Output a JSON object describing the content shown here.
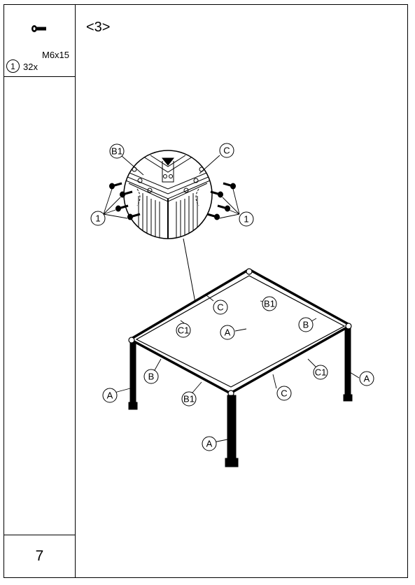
{
  "parts": {
    "icon": "screw-icon",
    "callout": "1",
    "quantity": "32x",
    "size": "M6x15"
  },
  "step": {
    "label": "<3>"
  },
  "page": {
    "number": "7"
  },
  "callouts": {
    "b1_top": "B1",
    "c_top": "C",
    "one_left": "1",
    "one_right": "1",
    "c_back_left": "C",
    "b1_back_right": "B1",
    "c1_back_left": "C1",
    "b_back_right": "B",
    "a_center": "A",
    "a_right": "A",
    "c1_front_right": "C1",
    "b_front_left": "B",
    "c_front_right": "C",
    "b1_front_left": "B1",
    "a_left": "A",
    "a_front": "A"
  }
}
